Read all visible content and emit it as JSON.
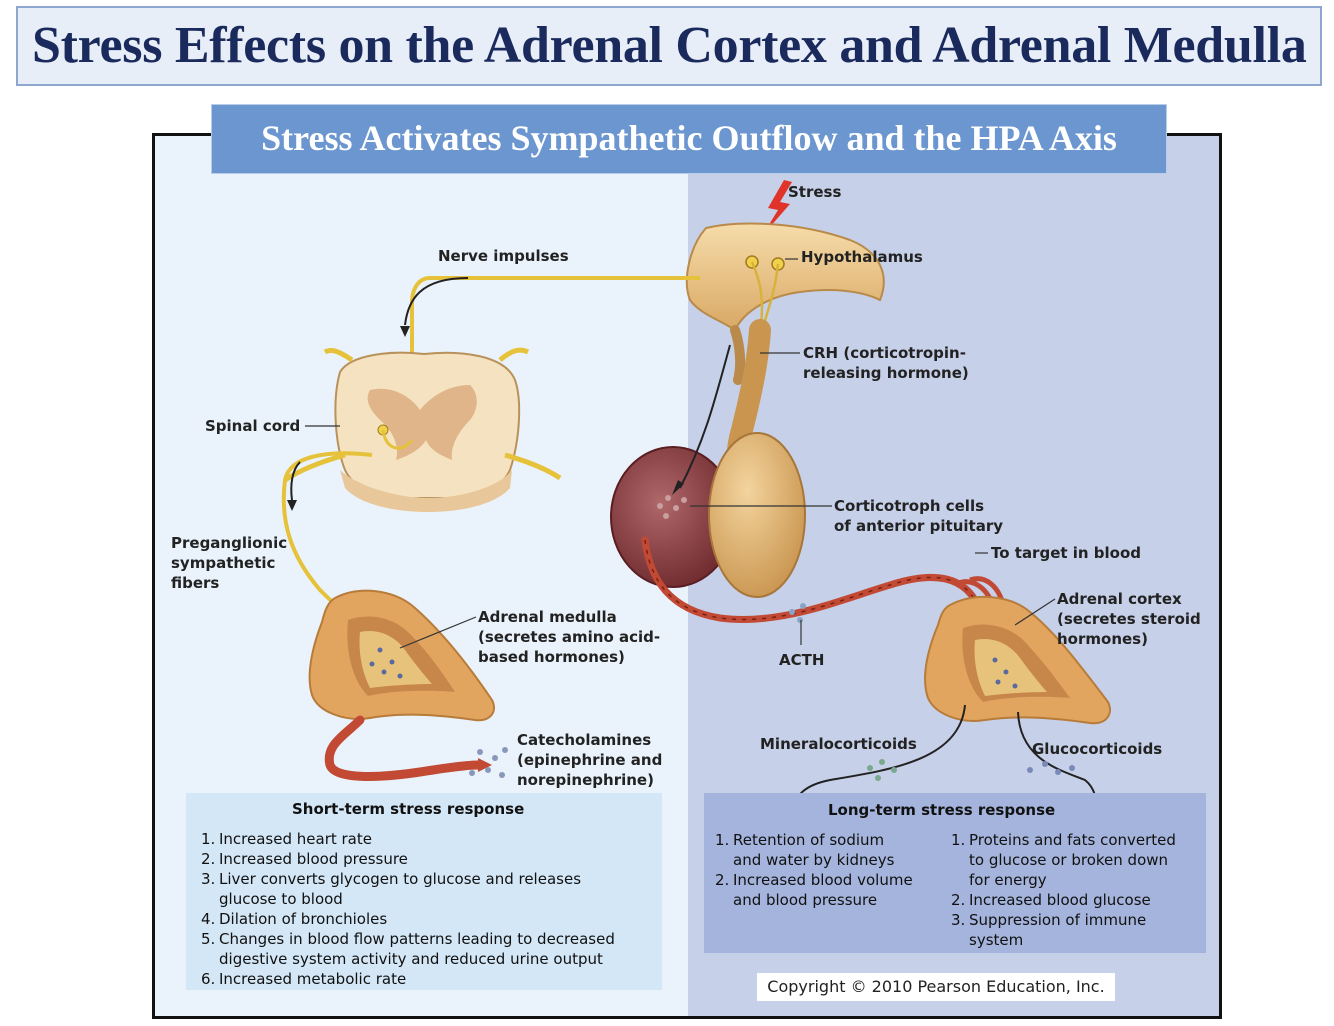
{
  "title": "Stress Effects on the Adrenal Cortex and Adrenal Medulla",
  "subtitle": "Stress Activates  Sympathetic Outflow and the HPA Axis",
  "labels": {
    "stress": "Stress",
    "nerve_impulses": "Nerve impulses",
    "hypothalamus": "Hypothalamus",
    "crh": "CRH (corticotropin-\nreleasing hormone)",
    "spinal_cord": "Spinal cord",
    "corticotroph": "Corticotroph cells\nof anterior pituitary",
    "to_target": "To target in blood",
    "preganglionic": "Preganglionic\nsympathetic\nfibers",
    "adrenal_medulla": "Adrenal medulla\n(secretes amino acid-\nbased hormones)",
    "adrenal_cortex": "Adrenal cortex\n(secretes steroid\nhormones)",
    "acth": "ACTH",
    "catecholamines": "Catecholamines\n(epinephrine and\nnorepinephrine)",
    "mineralocorticoids": "Mineralocorticoids",
    "glucocorticoids": "Glucocorticoids"
  },
  "short_term": {
    "title": "Short-term stress response",
    "items": [
      {
        "num": "1.",
        "text": "Increased heart rate"
      },
      {
        "num": "2.",
        "text": "Increased blood pressure"
      },
      {
        "num": "3.",
        "text": "Liver converts glycogen to glucose and releases\nglucose to blood"
      },
      {
        "num": "4.",
        "text": "Dilation of bronchioles"
      },
      {
        "num": "5.",
        "text": "Changes in blood flow patterns leading to decreased\ndigestive system activity and reduced urine output"
      },
      {
        "num": "6.",
        "text": "Increased metabolic rate"
      }
    ]
  },
  "long_term": {
    "title": "Long-term stress response",
    "mineralocorticoid_effects": [
      {
        "num": "1.",
        "text": "Retention of sodium\nand water by kidneys"
      },
      {
        "num": "2.",
        "text": "Increased blood volume\nand blood pressure"
      }
    ],
    "glucocorticoid_effects": [
      {
        "num": "1.",
        "text": "Proteins and fats converted\nto glucose or broken down\nfor energy"
      },
      {
        "num": "2.",
        "text": "Increased blood glucose"
      },
      {
        "num": "3.",
        "text": "Suppression of immune\nsystem"
      }
    ]
  },
  "copyright": "Copyright © 2010 Pearson Education, Inc.",
  "colors": {
    "title_text": "#1b2a5c",
    "subtitle_bg": "#6c96cf",
    "left_bg": "#eaf3fb",
    "right_bg": "#c6d0e8",
    "nerve": "#e6c23a",
    "blood_vessel": "#c24a35",
    "gland": "#e2a560",
    "stress_bolt": "#e0342a"
  }
}
